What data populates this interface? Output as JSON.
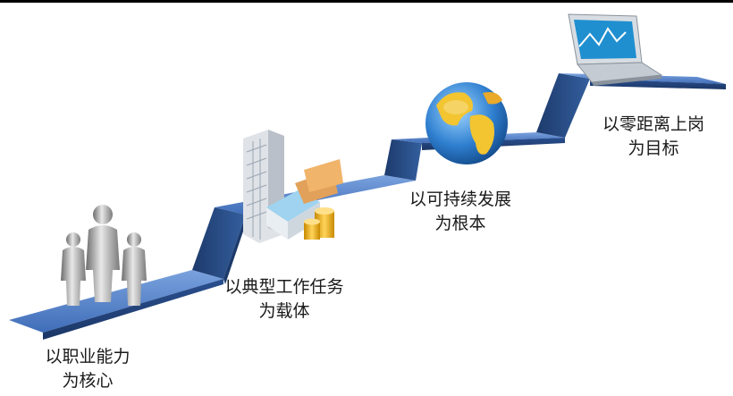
{
  "steps": [
    {
      "line1": "以职业能力",
      "line2": "为核心",
      "icon": "people-icon"
    },
    {
      "line1": "以典型工作任务",
      "line2": "为载体",
      "icon": "building-icon"
    },
    {
      "line1": "以可持续发展",
      "line2": "为根本",
      "icon": "globe-icon"
    },
    {
      "line1": "以零距离上岗",
      "line2": "为目标",
      "icon": "laptop-icon"
    }
  ],
  "colors": {
    "stair_top": "#4a78c2",
    "stair_top_light": "#6d97d8",
    "stair_riser": "#2a4f8f",
    "stair_riser_dark": "#1d3a6c",
    "stair_front": "#22457e"
  }
}
